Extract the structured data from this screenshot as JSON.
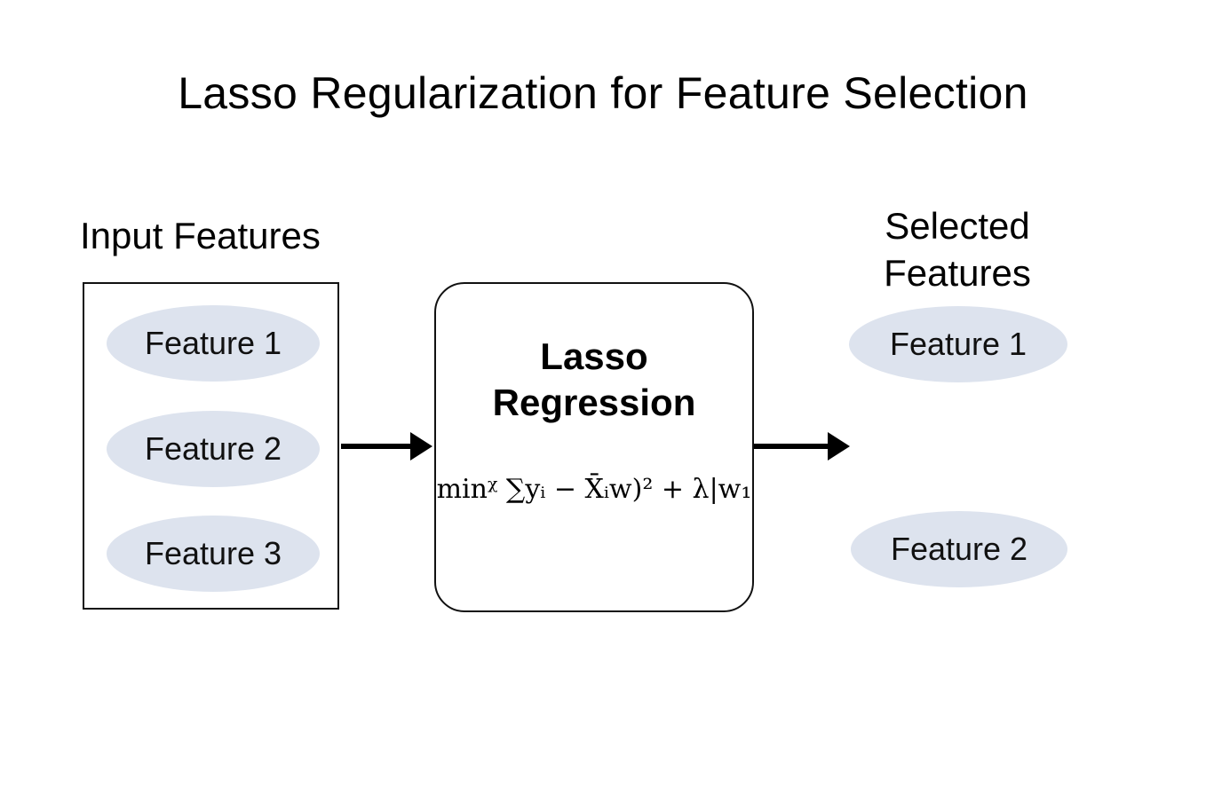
{
  "diagram": {
    "title": "Lasso Regularization for Feature Selection",
    "input_heading": "Input Features",
    "input_features": [
      "Feature 1",
      "Feature 2",
      "Feature 3"
    ],
    "model": {
      "title_line1": "Lasso",
      "title_line2": "Regression",
      "formula": "minᵡ ∑yᵢ − X̄ᵢw)² + λ|w₁"
    },
    "selected_heading_line1": "Selected",
    "selected_heading_line2": "Features",
    "selected_features": [
      "Feature 1",
      "Feature 2"
    ]
  }
}
